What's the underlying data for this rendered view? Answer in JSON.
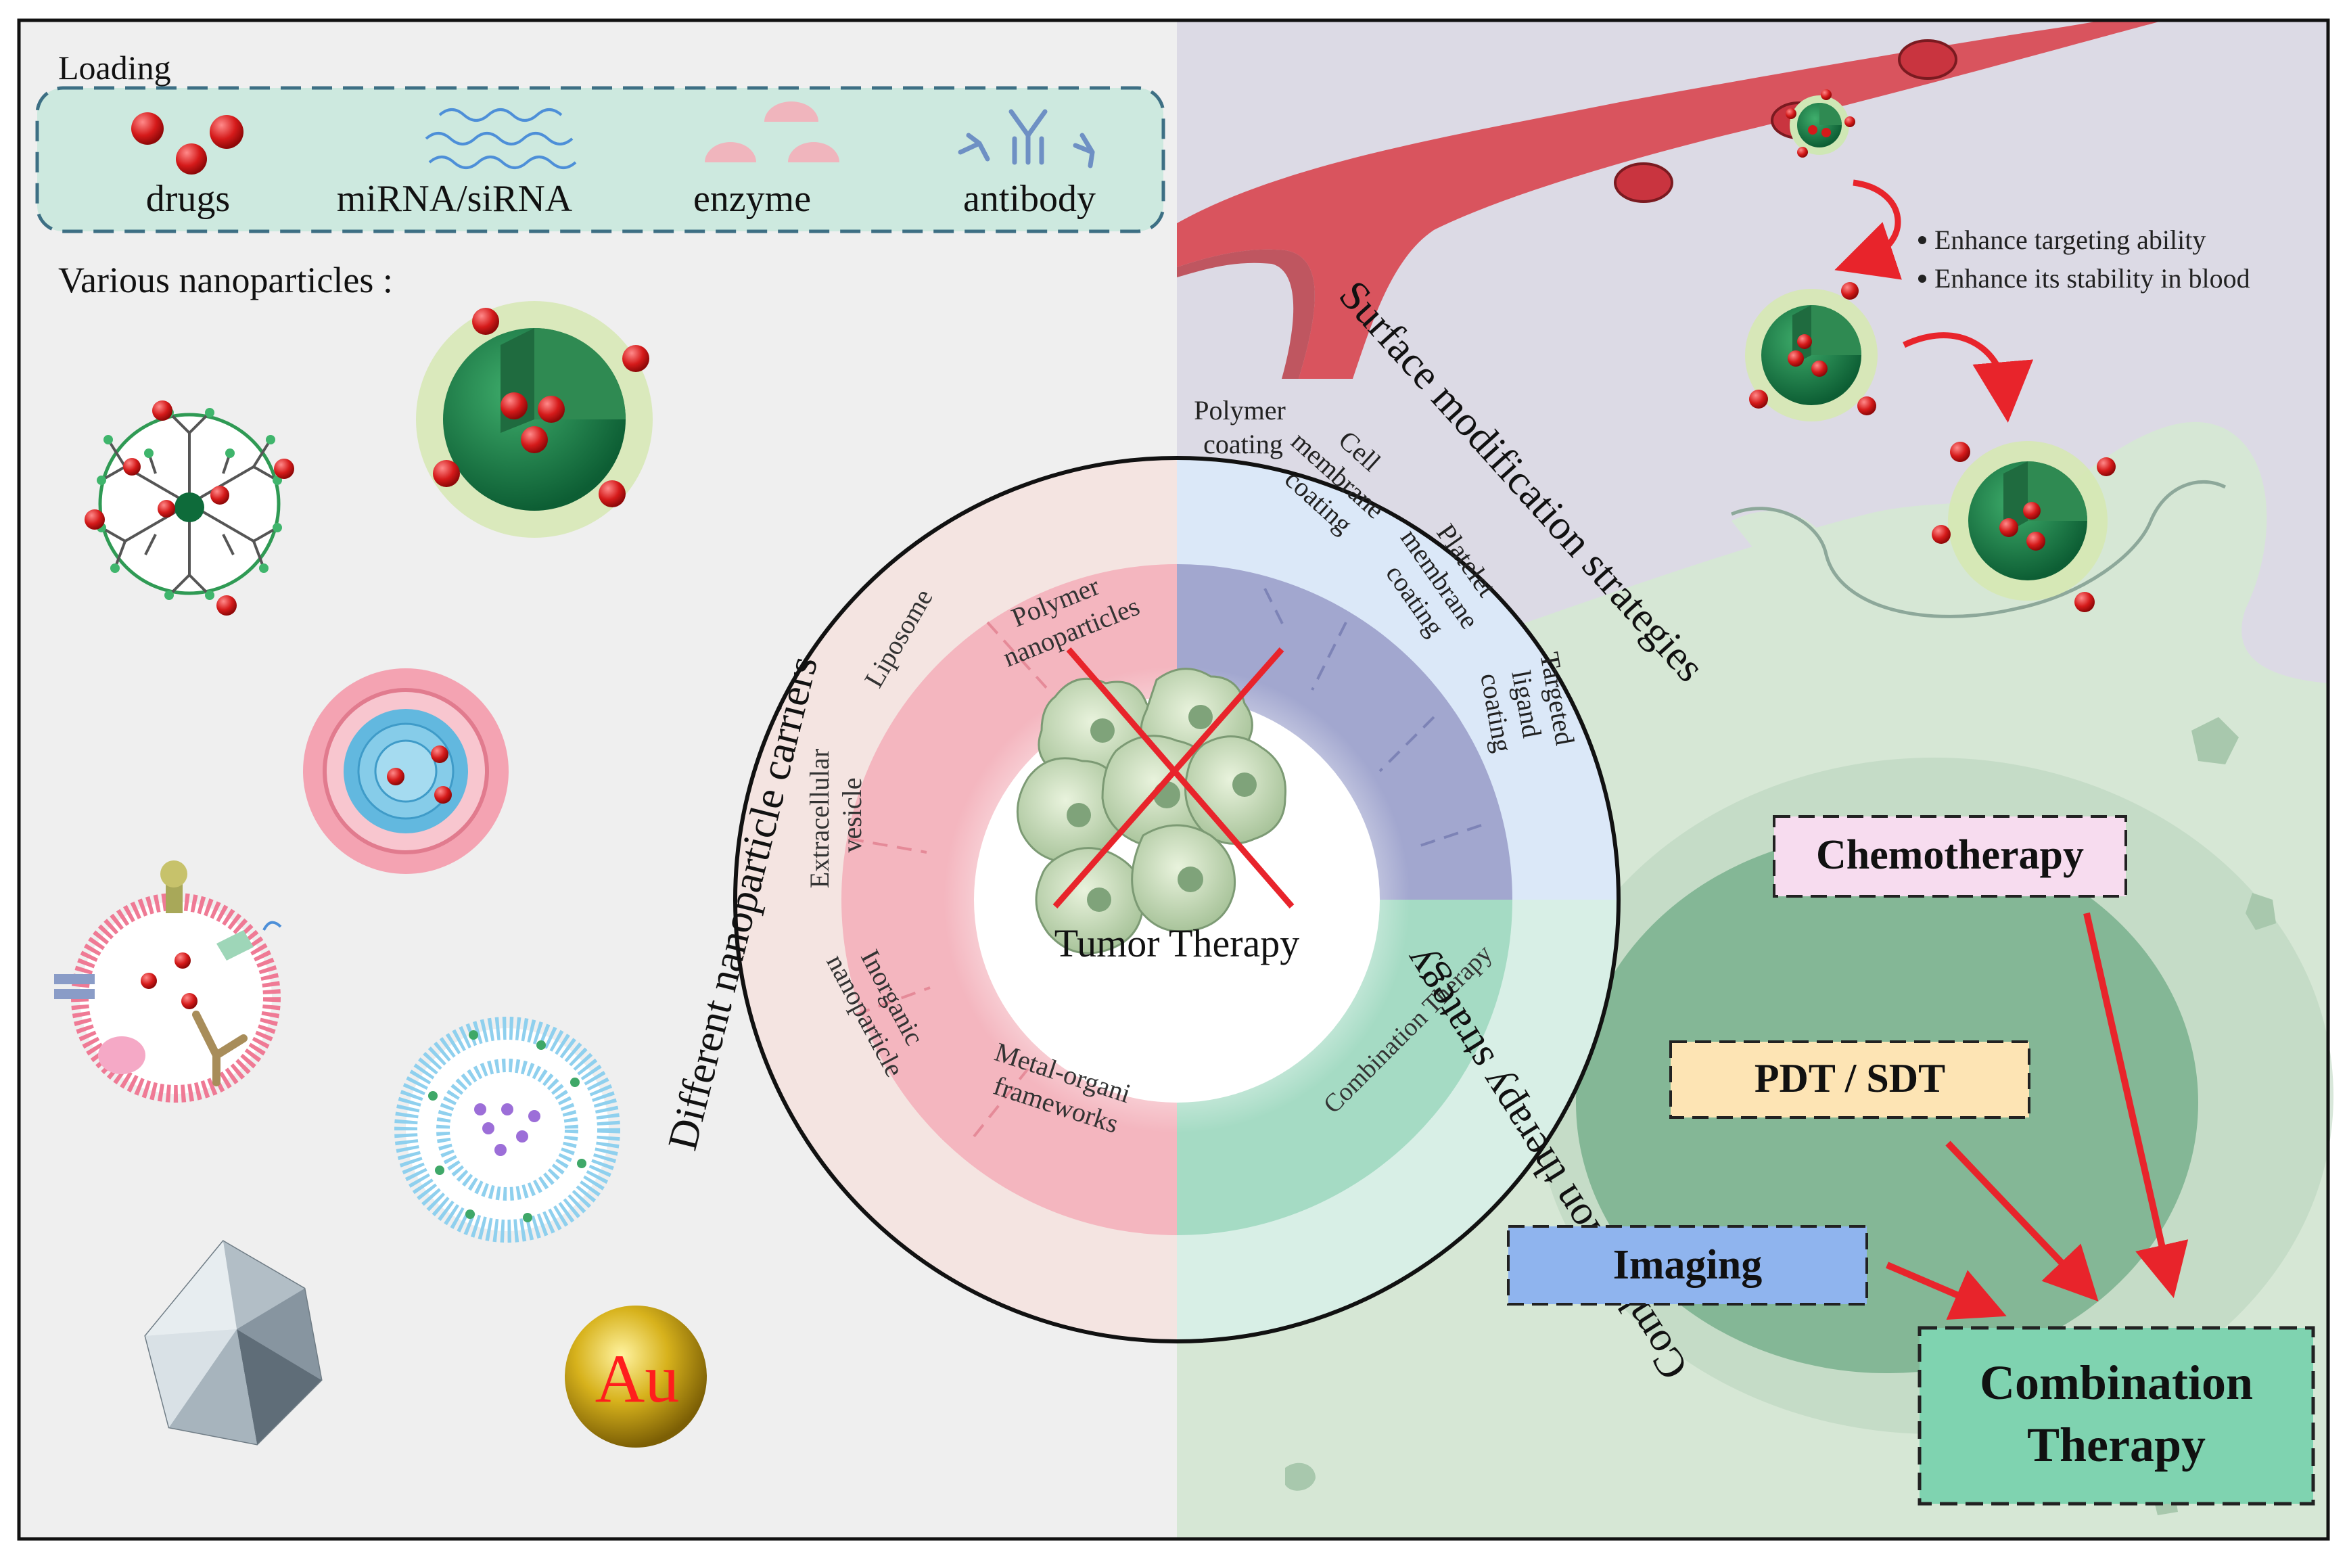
{
  "loading": {
    "title": "Loading",
    "items": [
      {
        "label": "drugs",
        "icon": "drug-dots-icon"
      },
      {
        "label": "miRNA/siRNA",
        "icon": "rna-wave-icon"
      },
      {
        "label": "enzyme",
        "icon": "enzyme-icon"
      },
      {
        "label": "antibody",
        "icon": "antibody-icon"
      }
    ]
  },
  "nanoparticles": {
    "title": "Various nanoparticles :",
    "gold_symbol": "Au"
  },
  "wheel": {
    "center_label": "Tumor Therapy",
    "outer_left": "Different nanoparticle carriers",
    "outer_top_right": "Surface modification strategies",
    "outer_bottom_right": "Combination therapy strategy",
    "carriers": [
      [
        "Polymer",
        "nanoparticles"
      ],
      [
        "Liposome"
      ],
      [
        "Extracellular",
        "vesicle"
      ],
      [
        "Inorganic",
        "nanoparticle"
      ],
      [
        "Metal-organi",
        "frameworks"
      ]
    ],
    "surface": [
      [
        "Polymer",
        "coating"
      ],
      [
        "Cell",
        "membrane",
        "coating"
      ],
      [
        "Platelet",
        "membrane",
        "coating"
      ],
      [
        "Targeted",
        "ligand",
        "coating"
      ]
    ],
    "combination": "Combination Therapy"
  },
  "vessel_notes": [
    "Enhance targeting ability",
    "Enhance its stability in blood"
  ],
  "therapies": {
    "chemo": "Chemotherapy",
    "pdt": "PDT / SDT",
    "imaging": "Imaging",
    "combined": [
      "Combination",
      "Therapy"
    ]
  },
  "colors": {
    "loading_panel": "#cde9df",
    "carrier_pink": "#f4b6bf",
    "surface_blue": "#a2a7cf",
    "combination_green": "#a5dbc4",
    "vessel_red": "#d9545e",
    "arrow_red": "#e8242b",
    "chemo_box": "#f7dcef",
    "pdt_box": "#fde4b4",
    "imaging_box": "#8fb4ee",
    "combined_box": "#7fd3b0"
  }
}
